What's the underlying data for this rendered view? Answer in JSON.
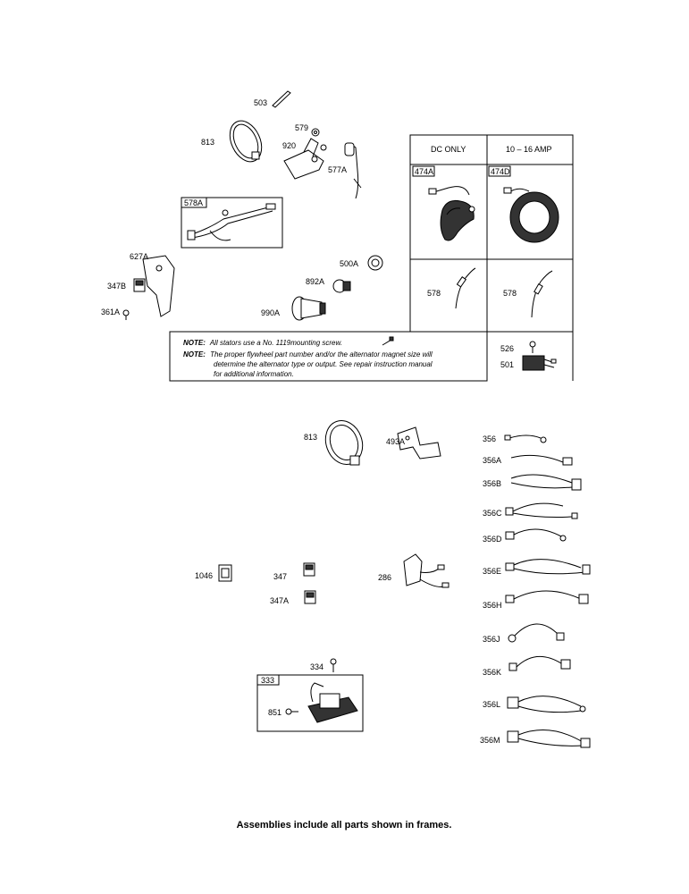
{
  "labels": {
    "p503": "503",
    "p579": "579",
    "p813a": "813",
    "p920": "920",
    "p577A": "577A",
    "p578A": "578A",
    "p627A": "627A",
    "p347B": "347B",
    "p361A": "361A",
    "p500A": "500A",
    "p892A": "892A",
    "p990A": "990A",
    "p474A": "474A",
    "p474D": "474D",
    "p578a": "578",
    "p578b": "578",
    "p526": "526",
    "p501": "501",
    "p813b": "813",
    "p493A": "493A",
    "p1046": "1046",
    "p347": "347",
    "p347A": "347A",
    "p286": "286",
    "p334": "334",
    "p333": "333",
    "p851": "851",
    "p356": "356",
    "p356A": "356A",
    "p356B": "356B",
    "p356C": "356C",
    "p356D": "356D",
    "p356E": "356E",
    "p356H": "356H",
    "p356J": "356J",
    "p356K": "356K",
    "p356L": "356L",
    "p356M": "356M"
  },
  "table": {
    "col1_header": "DC ONLY",
    "col2_header": "10 – 16 AMP"
  },
  "notes": {
    "note1_prefix": "NOTE:",
    "note1_text": "All stators use a No. 1119mounting screw.",
    "note2_prefix": "NOTE:",
    "note2_line1": "The proper flywheel part number and/or the alternator magnet size will",
    "note2_line2": "determine the alternator type or output. See repair instruction manual",
    "note2_line3": "for additional information."
  },
  "footer": "Assemblies include all parts shown in frames."
}
